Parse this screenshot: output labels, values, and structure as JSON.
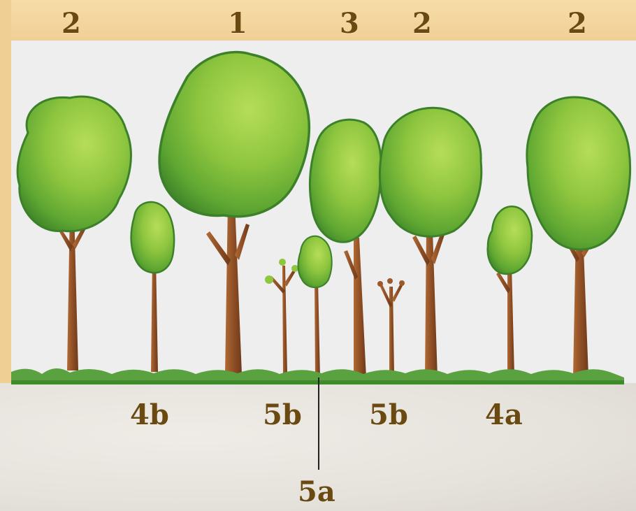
{
  "top_labels": [
    "2",
    "1",
    "3",
    "2",
    "2"
  ],
  "bottom_labels": {
    "b1": "4b",
    "b2": "5b",
    "b3": "5b",
    "b4": "4a",
    "b5": "5a"
  },
  "colors": {
    "canopy_light": "#9fd144",
    "canopy_mid": "#6fb435",
    "canopy_dark": "#3f8a2a",
    "trunk": "#9c5a2c",
    "label": "#6b4a12",
    "grass": "#4f9a3a"
  }
}
